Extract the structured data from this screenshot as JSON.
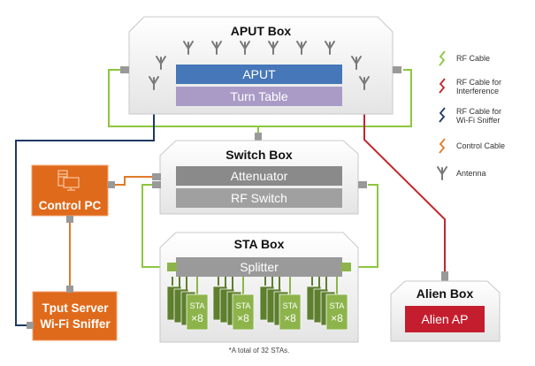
{
  "diagram": {
    "aput_box": {
      "title": "APUT Box",
      "aput_label": "APUT",
      "turntable_label": "Turn Table"
    },
    "switch_box": {
      "title": "Switch Box",
      "attenuator_label": "Attenuator",
      "rfswitch_label": "RF Switch"
    },
    "sta_box": {
      "title": "STA Box",
      "splitter_label": "Splitter",
      "sta_groups": [
        {
          "line1": "STA",
          "line2": "×8"
        },
        {
          "line1": "STA",
          "line2": "×8"
        },
        {
          "line1": "STA",
          "line2": "×8"
        },
        {
          "line1": "STA",
          "line2": "×8"
        }
      ],
      "footnote": "*A total of 32 STAs."
    },
    "alien_box": {
      "title": "Alien Box",
      "ap_label": "Alien AP"
    },
    "control_pc": {
      "label": "Control PC"
    },
    "tput_server": {
      "line1": "Tput Server",
      "line2": "Wi-Fi Sniffer"
    },
    "legend": [
      {
        "label_lines": [
          "RF Cable"
        ],
        "color": "#8dc63f"
      },
      {
        "label_lines": [
          "RF Cable for",
          "Interference"
        ],
        "color": "#c0272d"
      },
      {
        "label_lines": [
          "RF Cable for",
          "Wi-Fi Sniffer"
        ],
        "color": "#1f3864"
      },
      {
        "label_lines": [
          "Control Cable"
        ],
        "color": "#e07b28"
      },
      {
        "label_lines": [
          "Antenna"
        ],
        "color": "#777777"
      }
    ],
    "colors": {
      "rf_cable": "#8dc63f",
      "interference_cable": "#c0272d",
      "sniffer_cable": "#1f3864",
      "control_cable": "#e07b28",
      "aput": "#4677b8",
      "turntable": "#a99bc6",
      "attenuator": "#8a8a8a",
      "rfswitch": "#a0a0a0",
      "splitter": "#9a9a9a",
      "alien_ap": "#c41e2e",
      "orange_box": "#e06a1b",
      "sta_dark": "#5e7f2e",
      "sta_light": "#8db44b"
    }
  }
}
